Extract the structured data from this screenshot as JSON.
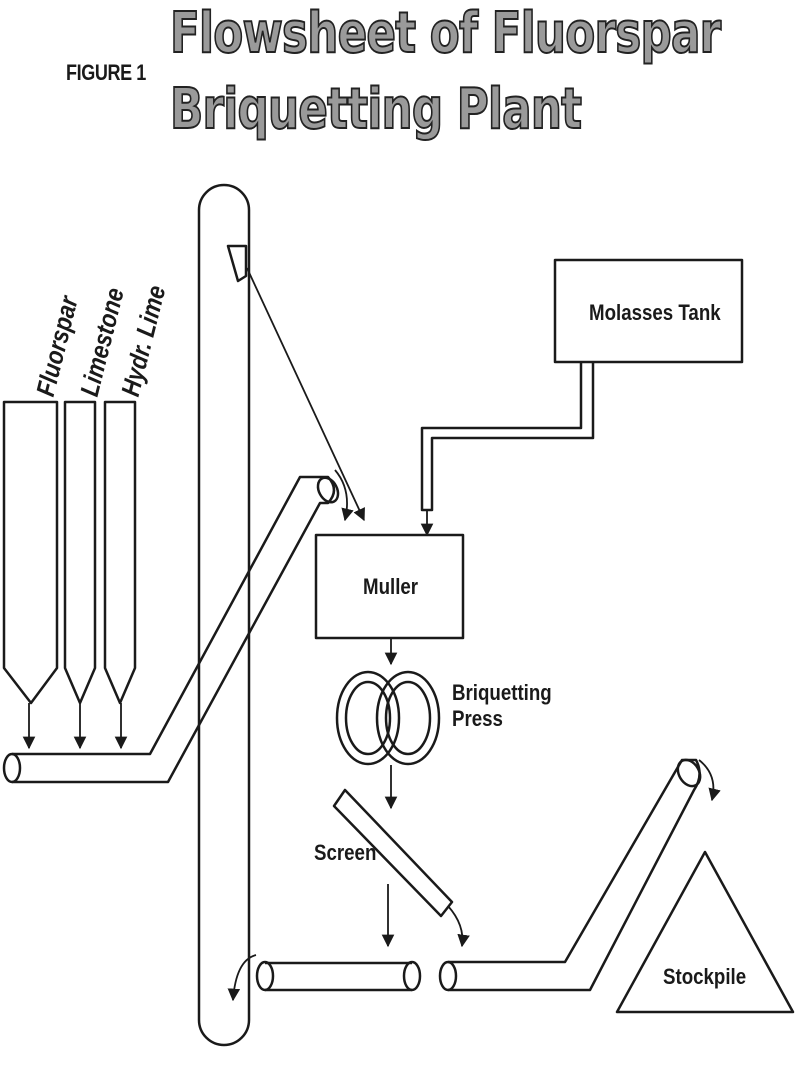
{
  "figure_label": "FIGURE 1",
  "title": {
    "line1": "Flowsheet of Fluorspar",
    "line2": "Briquetting Plant"
  },
  "bins": {
    "fluorspar": "Fluorspar",
    "limestone": "Limestone",
    "hydr_lime": "Hydr. Lime"
  },
  "equipment": {
    "molasses_tank": "Molasses Tank",
    "muller": "Muller",
    "briquetting_press_line1": "Briquetting",
    "briquetting_press_line2": "Press",
    "screen": "Screen",
    "stockpile": "Stockpile"
  }
}
